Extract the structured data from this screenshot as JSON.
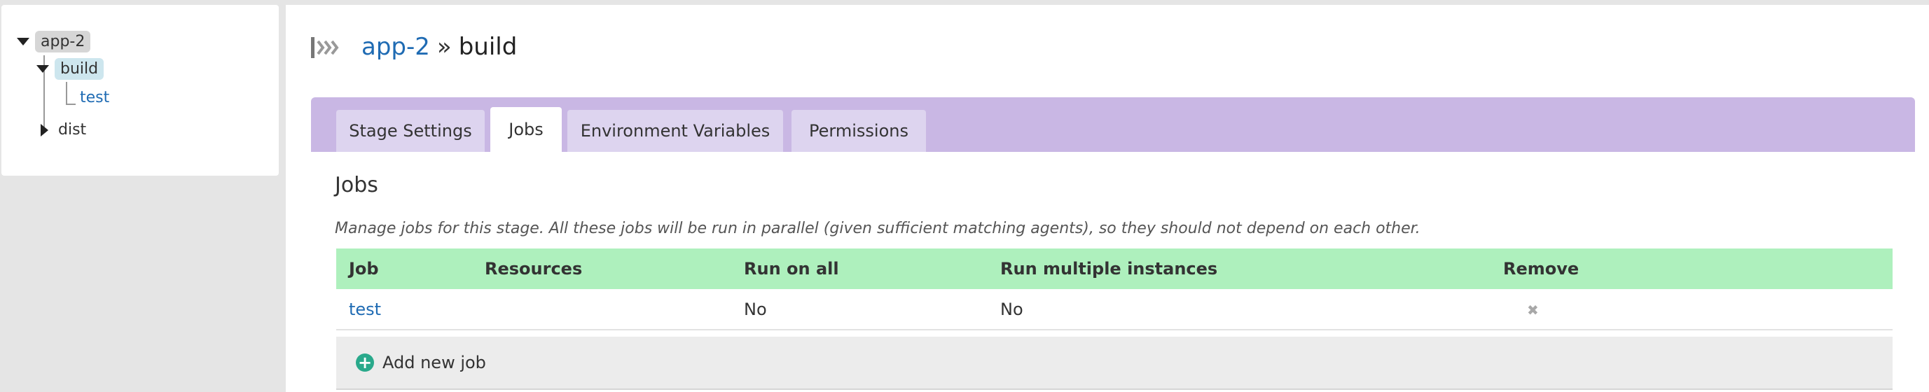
{
  "tree": {
    "root": {
      "label": "app-2"
    },
    "children": [
      {
        "label": "build",
        "child": {
          "label": "test"
        }
      },
      {
        "label": "dist"
      }
    ]
  },
  "breadcrumb": {
    "pipeline": "app-2",
    "separator": "»",
    "stage": "build"
  },
  "tabs": [
    {
      "label": "Stage Settings",
      "active": false
    },
    {
      "label": "Jobs",
      "active": true
    },
    {
      "label": "Environment Variables",
      "active": false
    },
    {
      "label": "Permissions",
      "active": false
    }
  ],
  "jobs_section": {
    "title": "Jobs",
    "description": "Manage jobs for this stage. All these jobs will be run in parallel (given sufficient matching agents), so they should not depend on each other.",
    "columns": [
      "Job",
      "Resources",
      "Run on all",
      "Run multiple instances",
      "Remove"
    ],
    "rows": [
      {
        "job": "test",
        "resources": "",
        "run_on_all": "No",
        "run_multiple_instances": "No"
      }
    ],
    "add_label": "Add new job"
  },
  "icons": {
    "remove": "remove-x-icon",
    "add": "plus-circle-icon",
    "pipeline": "pipeline-arrows-icon"
  },
  "colors": {
    "tabs_bar": "#c9b7e4",
    "table_header": "#aef0bd",
    "link": "#1f6bb3",
    "add_icon": "#29a98b"
  }
}
